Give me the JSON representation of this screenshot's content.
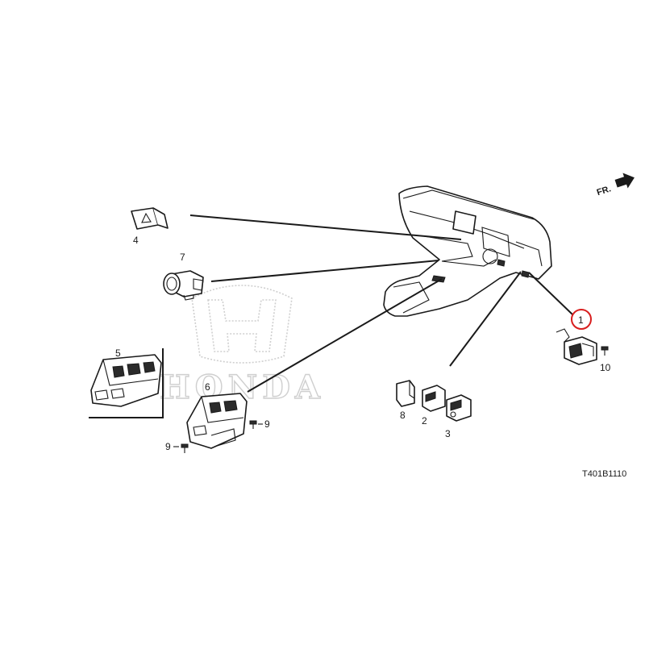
{
  "labels": {
    "p1": "1",
    "p2": "2",
    "p3": "3",
    "p4": "4",
    "p5": "5",
    "p6": "6",
    "p7": "7",
    "p8": "8",
    "p9a": "9",
    "p9b": "9",
    "p10": "10"
  },
  "direction": "FR.",
  "diagram_code": "T401B1110",
  "watermark": "HONDA",
  "colors": {
    "line": "#1a1a1a",
    "highlight": "#d81e1e",
    "watermark": "#cfcfcf"
  }
}
